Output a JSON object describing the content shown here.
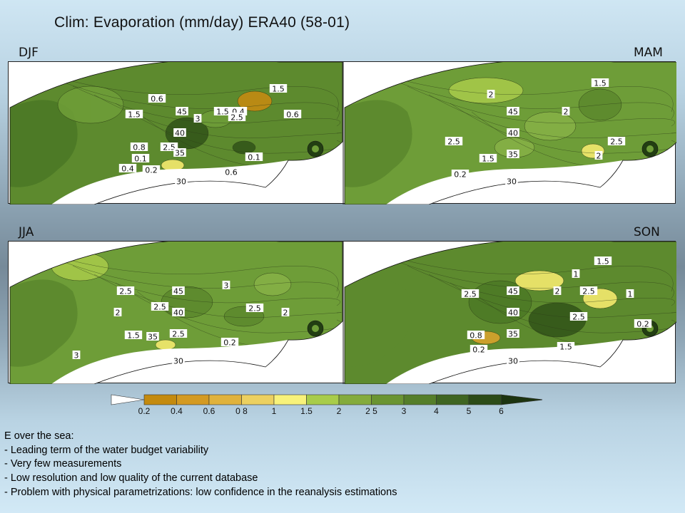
{
  "title": "Clim: Evaporation (mm/day) ERA40 (58-01)",
  "seasons": [
    "DJF",
    "MAM",
    "JJA",
    "SON"
  ],
  "colorbar": {
    "ticks": [
      "0.2",
      "0.4",
      "0.6",
      "0 8",
      "1",
      "1.5",
      "2",
      "2 5",
      "3",
      "4",
      "5",
      "6"
    ],
    "colors": [
      "#c48a0e",
      "#d49a22",
      "#e0b23c",
      "#ecd060",
      "#f8f27a",
      "#a8cc4a",
      "#84ab3c",
      "#6a9432",
      "#557e2a",
      "#3f6522",
      "#2d4c18",
      "#1d3410"
    ]
  },
  "maps": [
    {
      "season": "DJF",
      "labels": [
        "0.6",
        "1.5",
        "1.5",
        "45",
        "1.5",
        "0.4",
        "0.6",
        "3",
        "40",
        "2.5",
        "0.8",
        "2.5",
        "35",
        "0.1",
        "0.4",
        "0.2",
        "0.6",
        "30",
        "0.1"
      ]
    },
    {
      "season": "MAM",
      "labels": [
        "1.5",
        "2",
        "45",
        "2",
        "2.5",
        "40",
        "2.5",
        "1.5",
        "35",
        "0.2",
        "30",
        "2"
      ]
    },
    {
      "season": "JJA",
      "labels": [
        "2.5",
        "45",
        "3",
        "2",
        "2.5",
        "40",
        "2.5",
        "2",
        "1.5",
        "35",
        "2.5",
        "0.2",
        "3",
        "30"
      ]
    },
    {
      "season": "SON",
      "labels": [
        "1.5",
        "1",
        "2.5",
        "45",
        "2",
        "2.5",
        "1",
        "40",
        "2.5",
        "0.8",
        "35",
        "0.2",
        "1.5",
        "0.2",
        "30"
      ]
    }
  ],
  "notes": [
    "E over the sea:",
    "- Leading term of the water budget variability",
    "- Very few measurements",
    "- Low resolution and low quality of the current database",
    "- Problem with physical parametrizations: low confidence in the reanalysis estimations"
  ]
}
